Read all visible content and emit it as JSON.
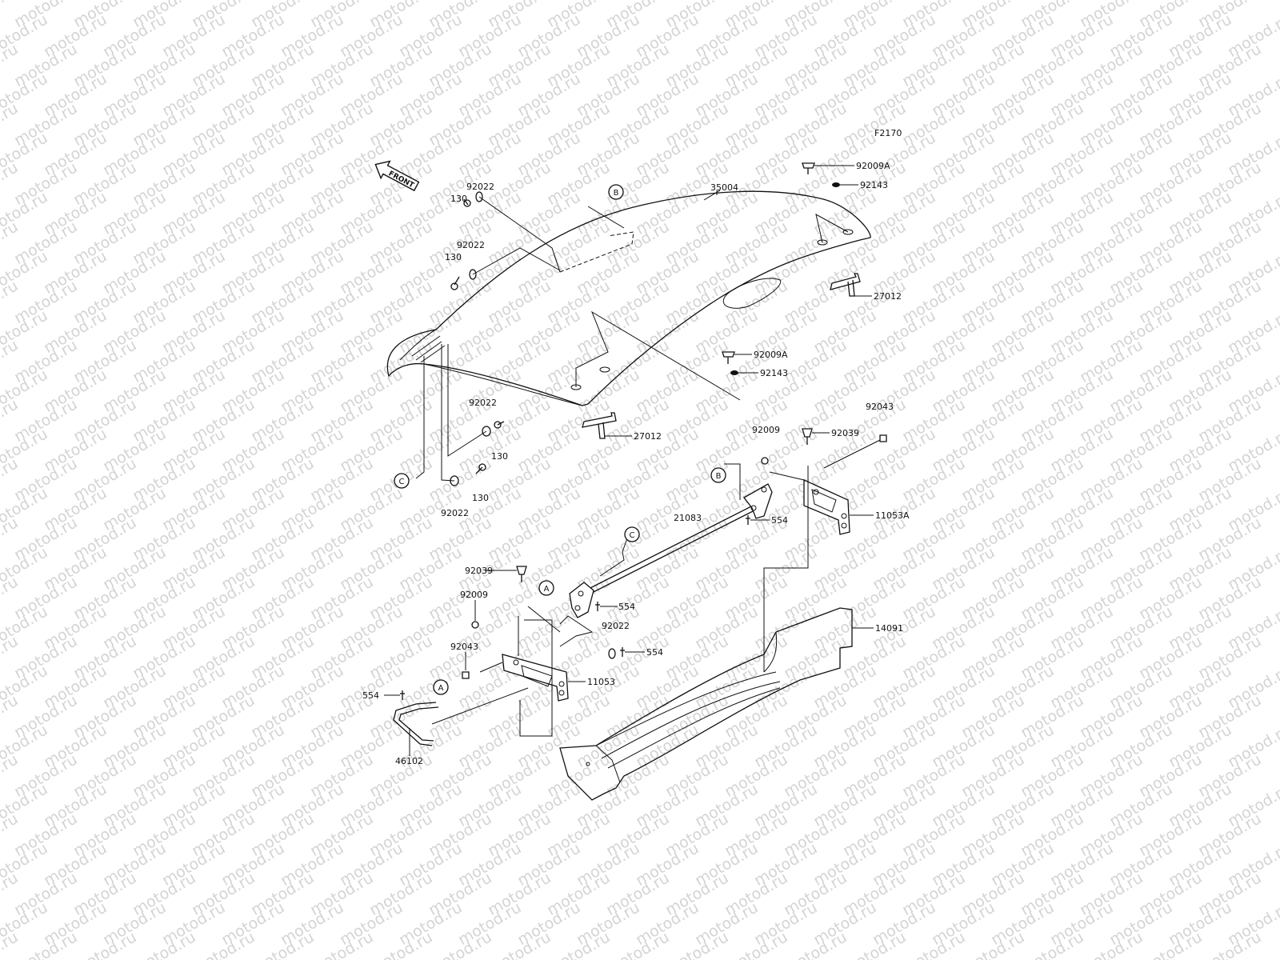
{
  "watermark": "motod.ru",
  "figure_code": "F2170",
  "front_arrow": "FRONT",
  "refs": {
    "a": "A",
    "b": "B",
    "c": "C"
  },
  "parts": {
    "p35004": "35004",
    "p92009a": "92009A",
    "p92143": "92143",
    "p27012": "27012",
    "p92022": "92022",
    "p130": "130",
    "p92009": "92009",
    "p92039": "92039",
    "p92043": "92043",
    "p11053a": "11053A",
    "p11053": "11053",
    "p554": "554",
    "p21083": "21083",
    "p14091": "14091",
    "p46102": "46102"
  }
}
